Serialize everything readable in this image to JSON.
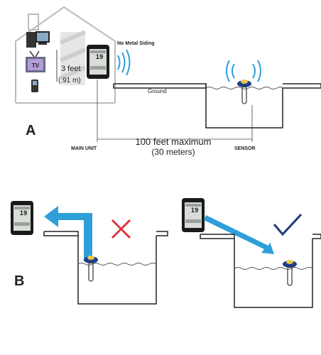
{
  "panel_a": {
    "label": "A",
    "tv_label": "TV",
    "distance_value": "3 feet",
    "distance_metric": "(.91 m)",
    "warning": "No Metal Siding",
    "ground_label": "Ground",
    "main_unit_label": "MAIN UNIT",
    "sensor_label": "SENSOR",
    "range_value": "100 feet maximum",
    "range_metric": "(30 meters)"
  },
  "panel_b": {
    "label": "B"
  },
  "display": {
    "reading": "19"
  },
  "colors": {
    "warning": "#c8102e",
    "wrong_arrow": "#2e9fd9",
    "wrong_mark": "#d9363e",
    "right_arrow": "#2e9fd9",
    "right_mark": "#1f3a7a",
    "signal": "#2e9fd9"
  },
  "icons": {
    "wrong": "cross-icon",
    "right": "check-icon"
  }
}
